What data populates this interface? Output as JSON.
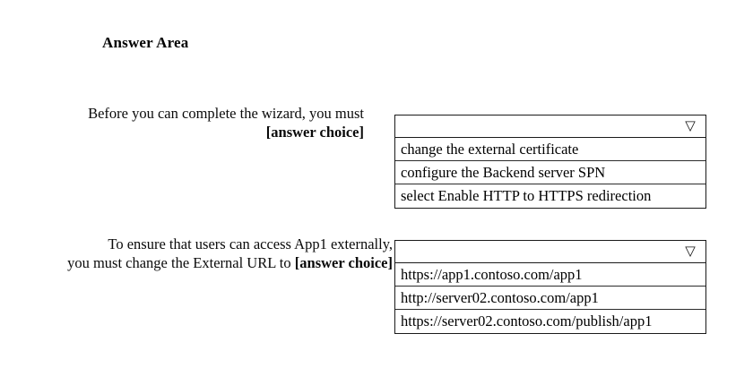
{
  "page": {
    "title": "Answer Area"
  },
  "questions": [
    {
      "prompt_line1": "Before you can complete the wizard, you must",
      "prompt_line2": "[answer choice]",
      "dropdown": {
        "selected_value": "",
        "caret_icon": "triangle-down-outline-icon",
        "caret_glyph": "▽",
        "options": [
          "change the external certificate",
          "configure the Backend server SPN",
          "select Enable HTTP to HTTPS redirection"
        ]
      }
    },
    {
      "prompt_line1": "To ensure that users can access App1 externally,",
      "prompt_line2_normal": "you must change the External URL to ",
      "prompt_line2_bold": "[answer choice]",
      "dropdown": {
        "selected_value": "",
        "caret_icon": "triangle-down-outline-icon",
        "caret_glyph": "▽",
        "options": [
          "https://app1.contoso.com/app1",
          "http://server02.contoso.com/app1",
          "https://server02.contoso.com/publish/app1"
        ]
      }
    }
  ],
  "colors": {
    "background": "#ffffff",
    "text": "#000000",
    "border": "#1a1a1a"
  }
}
